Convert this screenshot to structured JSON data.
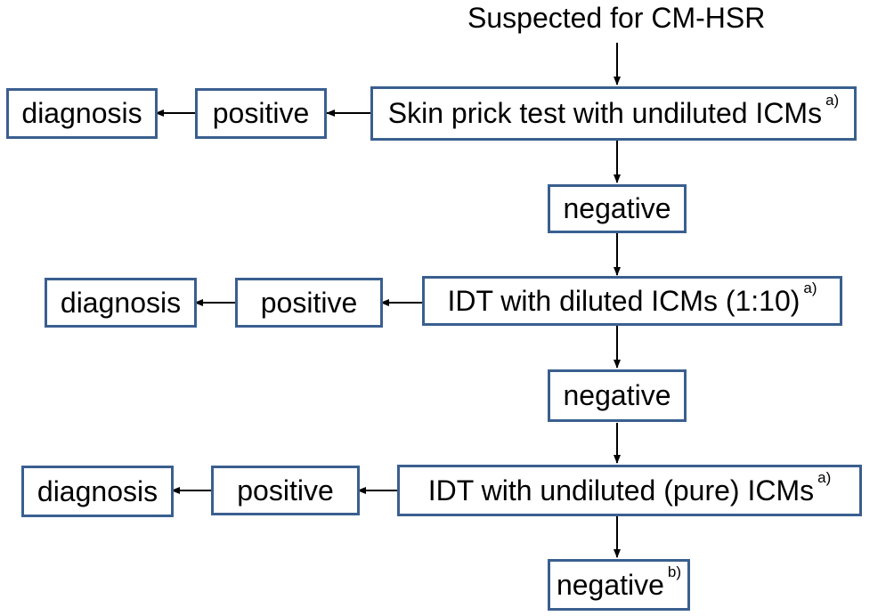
{
  "start": "Suspected for CM-HSR",
  "step1": {
    "test": "Skin prick test with undiluted ICMs",
    "note": "a)",
    "positive": "positive",
    "diagnosis": "diagnosis",
    "negative": "negative"
  },
  "step2": {
    "test": "IDT with diluted ICMs (1:10)",
    "note": "a)",
    "positive": "positive",
    "diagnosis": "diagnosis",
    "negative": "negative"
  },
  "step3": {
    "test": "IDT with undiluted (pure) ICMs",
    "note": "a)",
    "positive": "positive",
    "diagnosis": "diagnosis",
    "negative": "negative",
    "negative_note": "b)"
  }
}
